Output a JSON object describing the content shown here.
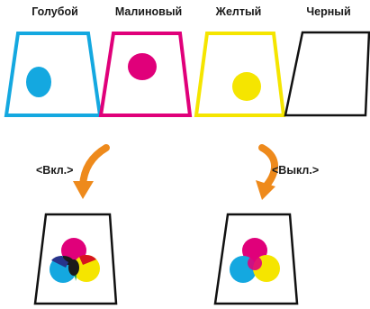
{
  "ink_labels": {
    "cyan": "Голубой",
    "magenta": "Малиновый",
    "yellow": "Желтый",
    "black": "Черный"
  },
  "states": {
    "on": "<Вкл.>",
    "off": "<Выкл.>"
  },
  "colors": {
    "cyan": "#14a8e0",
    "magenta": "#e0007a",
    "yellow": "#f5e500",
    "black": "#111111",
    "arrow": "#ee8a1c",
    "overlap_blue": "#27348b",
    "overlap_red": "#d7141f",
    "overlap_green": "#18a14a",
    "overlap_dark": "#1a1a1a"
  }
}
